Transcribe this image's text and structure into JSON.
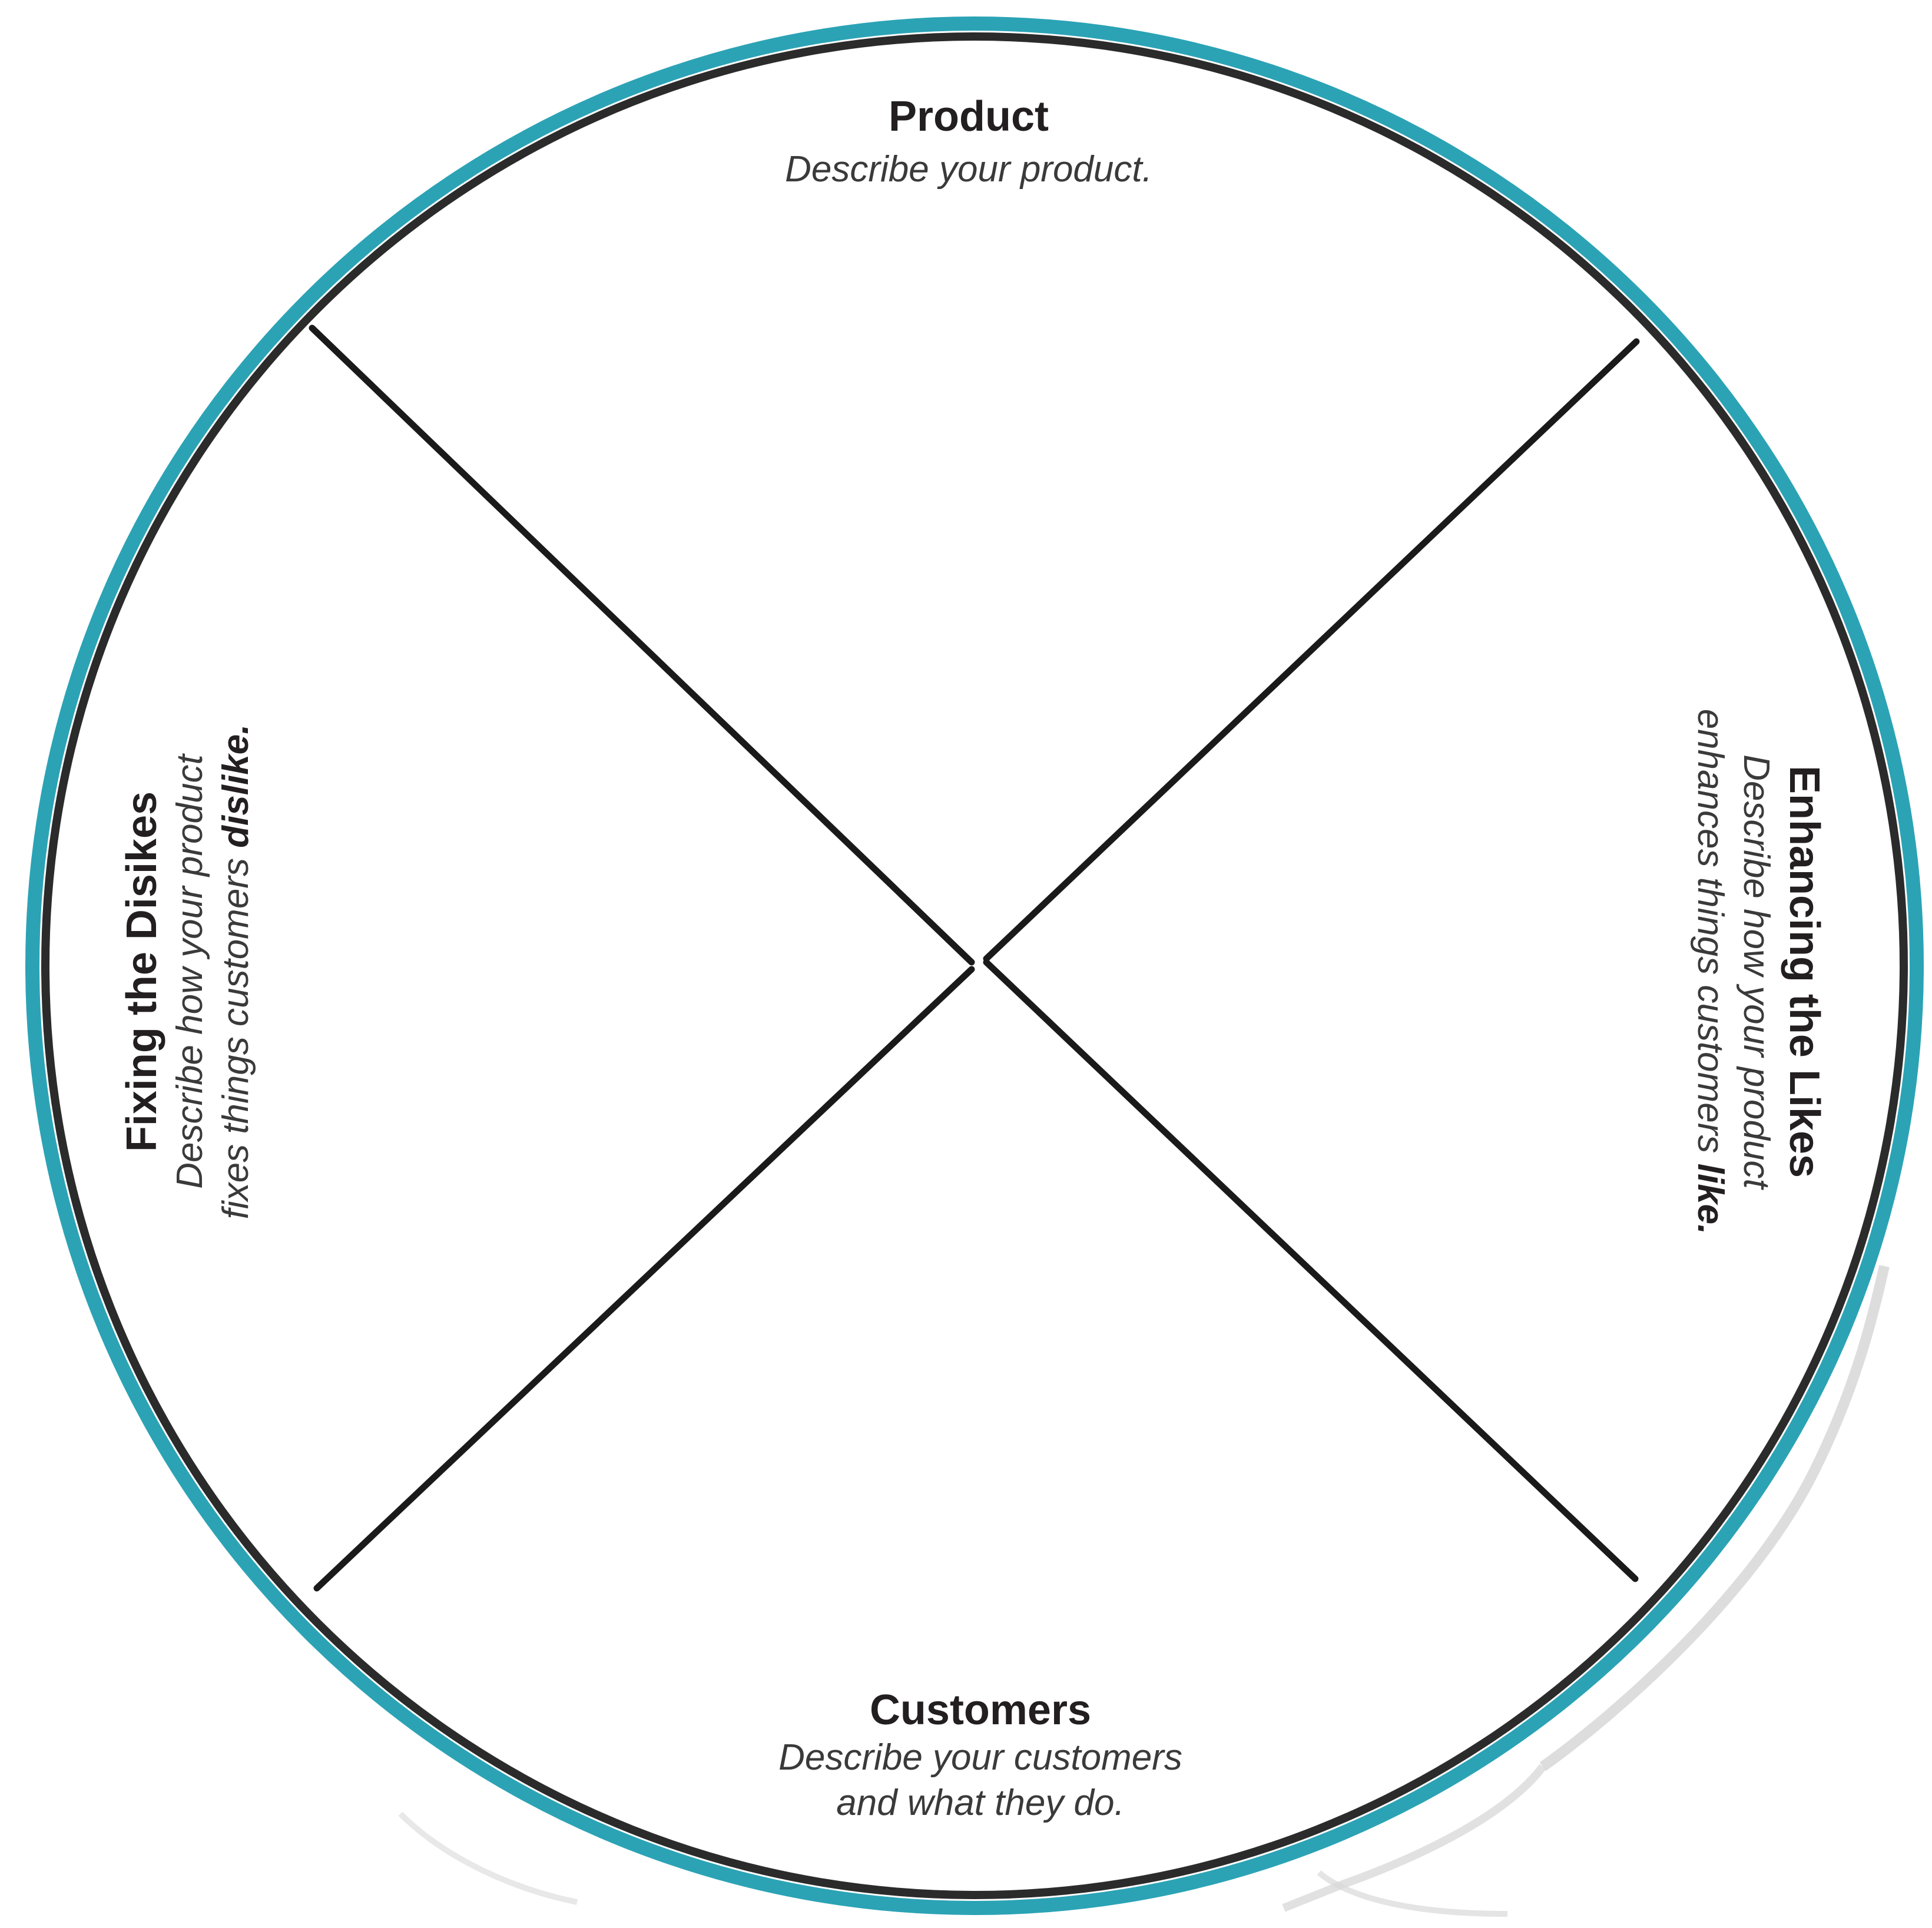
{
  "colors": {
    "outer_ring": "#2ba3b5",
    "inner_ring": "#2b2b2b",
    "divider_lines": "#1a1a1a",
    "background": "#ffffff",
    "faint_bulb_outline": "#d9d9d9",
    "faint_bulb_fill": "#fbf6e4"
  },
  "diagram": {
    "type": "four-quadrant-circle",
    "quadrants": {
      "top": {
        "title": "Product",
        "description": "Describe your product."
      },
      "bottom": {
        "title": "Customers",
        "description_line1": "Describe your customers",
        "description_line2": "and what they do."
      },
      "left": {
        "title": "Fixing the Disikes",
        "description_line1": "Describe how your product",
        "description_line2_prefix": "fixes things customers ",
        "description_line2_emphasis": "dislike."
      },
      "right": {
        "title": "Enhancing the Likes",
        "description_line1": "Describe how your product",
        "description_line2_prefix": "enhances things customers ",
        "description_line2_emphasis": "like."
      }
    }
  }
}
